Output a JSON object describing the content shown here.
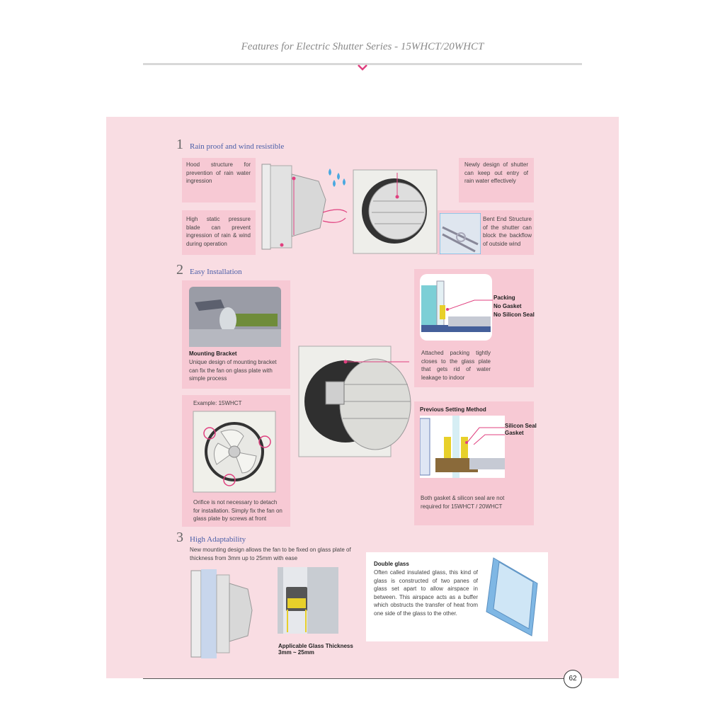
{
  "header": {
    "title": "Features for Electric Shutter Series - 15WHCT/20WHCT"
  },
  "section1": {
    "number": "1",
    "title": "Rain proof and wind resistible",
    "callouts": [
      "Hood structure for prevention of rain water ingression",
      "High static pressure blade can prevent ingression of rain & wind during operation",
      "Newly design of shutter can keep out entry of rain water effectively",
      "Bent End Structure of the shutter can block the backflow of outside wind"
    ]
  },
  "section2": {
    "number": "2",
    "title": "Easy Installation",
    "mounting_title": "Mounting Bracket",
    "mounting_text": "Unique design of mounting bracket can fix the fan on glass plate with simple process",
    "example_label": "Example: 15WHCT",
    "orifice_text": "Orifice is not necessary to detach for installation. Simply fix the fan on glass plate by screws at front",
    "packing_labels": [
      "Packing",
      "No Gasket",
      "No Silicon Seal"
    ],
    "packing_text": "Attached packing tightly closes to the glass plate that gets rid of water leakage to indoor",
    "previous_title": "Previous Setting Method",
    "previous_labels": [
      "Silicon Seal",
      "Gasket"
    ],
    "previous_text": "Both gasket & silicon seal are not required for 15WHCT / 20WHCT"
  },
  "section3": {
    "number": "3",
    "title": "High Adaptability",
    "intro": "New mounting design allows the fan to be fixed on glass plate of thickness from 3mm up to 25mm with ease",
    "glass_label": "Applicable Glass Thickness",
    "glass_range": "3mm ~ 25mm",
    "double_title": "Double glass",
    "double_text": "Often called insulated glass, this kind of glass is constructed of two panes of glass set apart to allow airspace in between. This airspace acts as a buffer which obstructs the transfer of heat from one side of the glass to the other."
  },
  "footer": {
    "page_number": "62"
  },
  "colors": {
    "panel": "#f9dde3",
    "box": "#f7c9d4",
    "accent": "#e0407f",
    "title_blue": "#4a5ea8"
  },
  "icons": [
    "chevron-down-icon",
    "water-drop-icon"
  ]
}
